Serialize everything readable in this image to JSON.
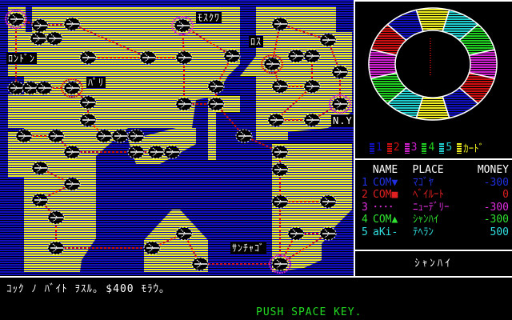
{
  "map": {
    "labels": {
      "london": "ﾛﾝﾄﾞﾝ",
      "paris": "ﾊﾟﾘ",
      "moscow": "ﾓｽｸﾜ",
      "los": "ﾛｽ",
      "ny": "N.Y",
      "santiago": "ｻﾝﾁｬｺﾞ"
    },
    "colors": {
      "sea": "#1010c0",
      "land": "#f0f020",
      "route": "#d01010",
      "ring_player": "#d020d0",
      "ring_red": "#d01010"
    }
  },
  "wheel": {
    "segment_colors": [
      "#f0f020",
      "#20d0d0",
      "#20d020",
      "#d020d0",
      "#d01010",
      "#1010c0",
      "#f0f020",
      "#20d0d0",
      "#20d020",
      "#d020d0",
      "#d01010",
      "#1010c0"
    ],
    "pointer_color": "#d01010"
  },
  "legend": [
    {
      "label": "1",
      "color": "#1010c0"
    },
    {
      "label": "2",
      "color": "#d01010"
    },
    {
      "label": "3",
      "color": "#d020d0"
    },
    {
      "label": "4",
      "color": "#20d020"
    },
    {
      "label": "5",
      "color": "#20d0d0"
    },
    {
      "label": "ｶｰﾄﾞ",
      "color": "#f0f020"
    }
  ],
  "table": {
    "headers": {
      "name": "NAME",
      "place": "PLACE",
      "money": "MONEY"
    },
    "rows": [
      {
        "no": "1",
        "name": "COM▼",
        "place": "ﾏｺﾞﾔ",
        "money": "-300",
        "color": "#2030e0"
      },
      {
        "no": "2",
        "name": "COM■",
        "place": "ﾍﾞｲﾙｰﾄ",
        "money": "0",
        "color": "#e02020"
      },
      {
        "no": "3",
        "name": "････",
        "place": "ﾆｭｰﾃﾞﾘｰ",
        "money": "-300",
        "color": "#e030e0"
      },
      {
        "no": "4",
        "name": "COM▲",
        "place": "ｼｬﾝﾊｲ",
        "money": "-300",
        "color": "#30e030"
      },
      {
        "no": "5",
        "name": "aKi-",
        "place": "ﾃﾍﾗﾝ",
        "money": "500",
        "color": "#30e0e0"
      }
    ]
  },
  "current_place": "ｼｬﾝﾊｲ",
  "message": "ｺｯｸ ﾉ ﾊﾞｲﾄ ｦｽﾙ｡ $400 ﾓﾗｳ｡",
  "prompt": "PUSH SPACE KEY."
}
